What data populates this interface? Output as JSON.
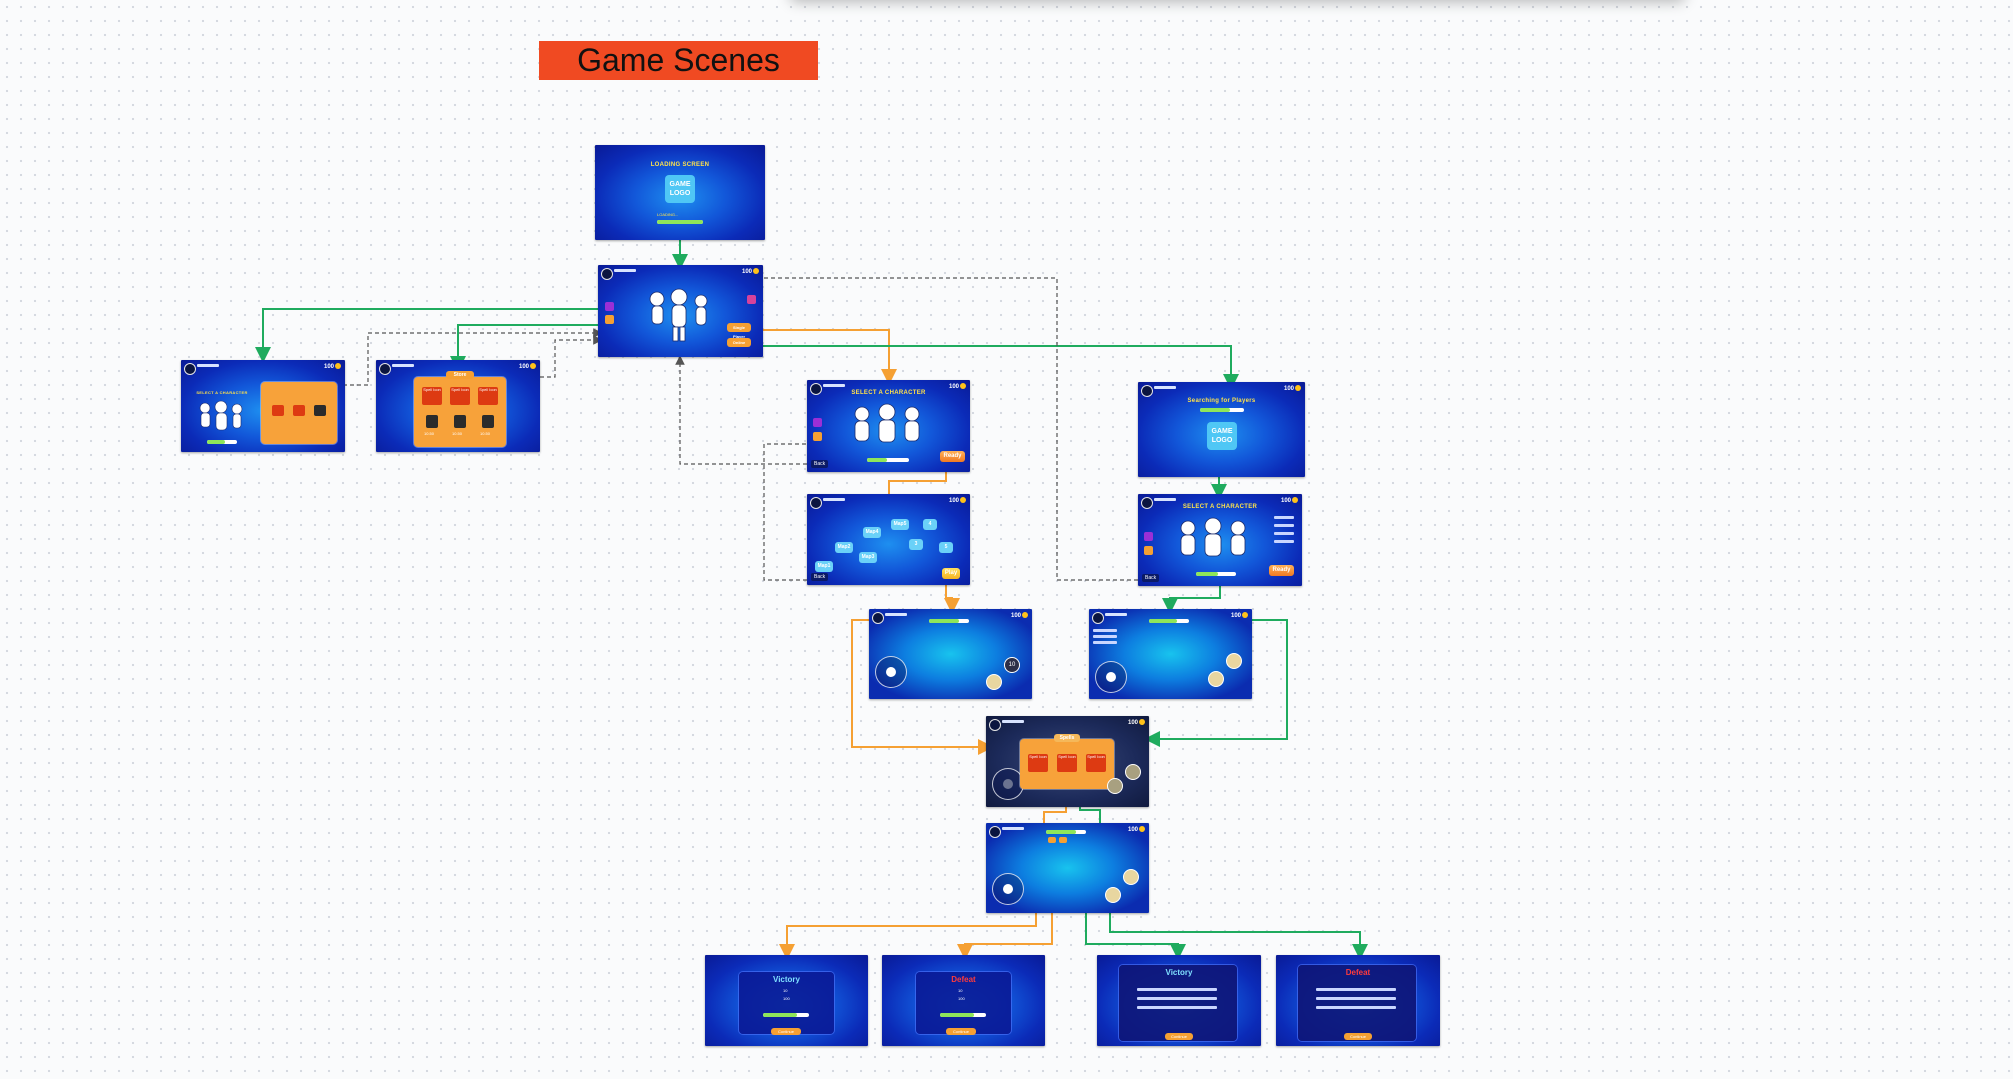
{
  "canvas": {
    "title": "Game Scenes"
  },
  "colors": {
    "accent": "#f04a22",
    "flow_green": "#1fab5e",
    "flow_orange": "#f5a033",
    "flow_dashed": "#6a6a6a",
    "screen_blue": "#0b2bb8"
  },
  "scenes": {
    "loading": {
      "heading": "LOADING SCREEN",
      "logo": "GAME LOGO",
      "status": "LOADING..."
    },
    "lobby": {
      "coins": "100",
      "side_button_top": "Single Player",
      "side_button_bottom": "Online"
    },
    "character_inventory": {
      "heading": "SELECT A CHARACTER",
      "coins": "100"
    },
    "store": {
      "coins": "100",
      "tab": "Store",
      "items": [
        "Spell Icon",
        "Spell Icon",
        "Spell Icon"
      ],
      "prices": [
        "10.50",
        "10.50",
        "10.50"
      ]
    },
    "select_character_single": {
      "heading": "SELECT A CHARACTER",
      "coins": "100",
      "ready": "Ready",
      "back": "Back"
    },
    "map_select": {
      "coins": "100",
      "maps": [
        "Map1",
        "Map2",
        "Map3",
        "Map4",
        "Map5",
        "3",
        "4",
        "5"
      ],
      "play": "Play",
      "back": "Back"
    },
    "searching": {
      "heading": "Searching for Players",
      "logo": "GAME LOGO",
      "coins": "100"
    },
    "select_character_online": {
      "heading": "SELECT A CHARACTER",
      "coins": "100",
      "ready": "Ready",
      "back": "Back"
    },
    "gameplay_single": {
      "coins": "100",
      "counter": "10"
    },
    "gameplay_online": {
      "coins": "100"
    },
    "spell_select": {
      "coins": "100",
      "tab": "Spells",
      "items": [
        "Spell Icon",
        "Spell Icon",
        "Spell Icon"
      ]
    },
    "gameplay_merged": {
      "coins": "100"
    },
    "victory_single": {
      "title": "Victory",
      "kills": "10",
      "coins": "100",
      "button": "Continue"
    },
    "defeat_single": {
      "title": "Defeat",
      "kills": "10",
      "coins": "100",
      "button": "Continue"
    },
    "victory_online": {
      "title": "Victory",
      "button": "Continue"
    },
    "defeat_online": {
      "title": "Defeat",
      "button": "Continue"
    }
  }
}
